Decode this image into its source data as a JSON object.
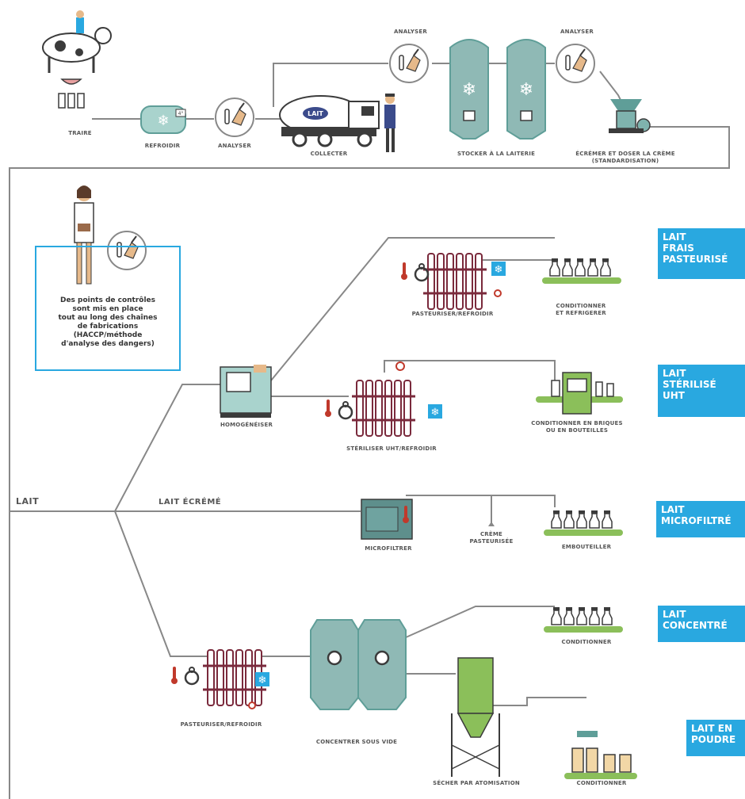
{
  "steps": {
    "traire": "TRAIRE",
    "refroidir": "REFROIDIR",
    "analyser_1": "ANALYSER",
    "collecter": "COLLECTER",
    "analyser_2": "ANALYSER",
    "stocker": "STOCKER À LA LAITERIE",
    "analyser_3": "ANALYSER",
    "ecremer": "ÉCRÉMER ET DOSER LA CRÈME\n(STANDARDISATION)",
    "pasteuriser_1": "PASTEURISER/REFROIDIR",
    "conditionner_refrigerer": "CONDITIONNER\nET REFRIGERER",
    "homogeneiser": "HOMOGÉNÉISER",
    "steriliser": "STÉRILISER UHT/REFROIDIR",
    "conditionner_briques": "CONDITIONNER EN BRIQUES\nOU EN BOUTEILLES",
    "microfiltrer": "MICROFILTRER",
    "creme_pasteurisee": "CRÈME\nPASTEURISÉE",
    "embouteiller": "EMBOUTEILLER",
    "conditionner_1": "CONDITIONNER",
    "pasteuriser_2": "PASTEURISER/REFROIDIR",
    "concentrer": "CONCENTRER SOUS VIDE",
    "secher": "SÉCHER PAR ATOMISATION",
    "conditionner_2": "CONDITIONNER"
  },
  "tank_label": "LAIT",
  "thermo_label": "4°",
  "branches": {
    "lait": "LAIT",
    "lait_ecreme": "LAIT ÉCRÉMÉ"
  },
  "products": {
    "frais": "LAIT\nFRAIS\nPASTEURISÉ",
    "sterilise": "LAIT\nSTÉRILISÉ\nUHT",
    "microfiltre": "LAIT\nMICROFILTRÉ",
    "concentre": "LAIT\nCONCENTRÉ",
    "poudre": "LAIT EN\nPOUDRE"
  },
  "callout": "Des points de contrôles\nsont mis en place\ntout au long des chaînes\nde fabrications\n(HACCP/méthode\nd'analyse des dangers)",
  "colors": {
    "line": "#888888",
    "teal": "#5f9e98",
    "teal_light": "#a9d3cd",
    "maroon": "#7a2a3c",
    "red": "#c0392b",
    "blue": "#29a8e0",
    "green": "#8bbf5a",
    "dark": "#3b3b3b"
  }
}
